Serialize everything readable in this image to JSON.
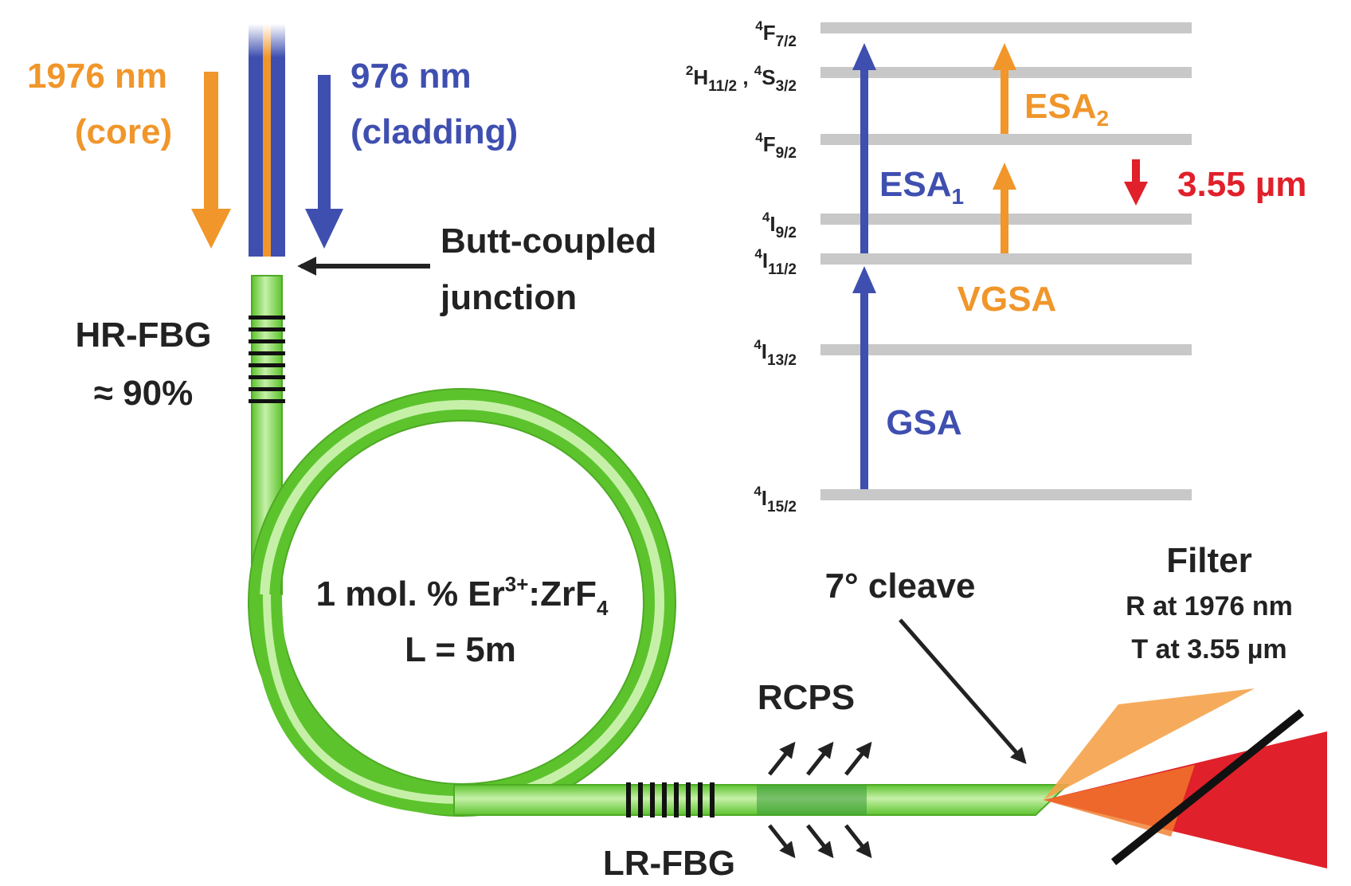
{
  "pump": {
    "core_wavelength": "1976 nm",
    "core_note": "(core)",
    "clad_wavelength": "976 nm",
    "clad_note": "(cladding)",
    "core_color": "#f0962a",
    "clad_color": "#3f4fb0"
  },
  "junction": {
    "line1": "Butt-coupled",
    "line2": "junction"
  },
  "hr_fbg": {
    "name": "HR-FBG",
    "reflectivity": "≈ 90%"
  },
  "fiber": {
    "doping_pre": "1 mol. % Er",
    "doping_sup": "3+",
    "doping_mid": ":ZrF",
    "doping_sub": "4",
    "length": "L = 5m",
    "color": "#6fcf3c"
  },
  "lr_fbg": {
    "name": "LR-FBG"
  },
  "rcps": {
    "name": "RCPS"
  },
  "cleave": {
    "label": "7° cleave"
  },
  "filter": {
    "title": "Filter",
    "line1": "R at 1976 nm",
    "line2": "T at  3.55 µm"
  },
  "energy_levels": {
    "levels": [
      {
        "term_sup": "4",
        "term": "F",
        "term_sub": "7/2"
      },
      {
        "term_sup": "2",
        "term": "H",
        "term_sub": "11/2",
        "term2_sup": "4",
        "term2": "S",
        "term2_sub": "3/2"
      },
      {
        "term_sup": "4",
        "term": "F",
        "term_sub": "9/2"
      },
      {
        "term_sup": "4",
        "term": "I",
        "term_sub": "9/2"
      },
      {
        "term_sup": "4",
        "term": "I",
        "term_sub": "11/2"
      },
      {
        "term_sup": "4",
        "term": "I",
        "term_sub": "13/2"
      },
      {
        "term_sup": "4",
        "term": "I",
        "term_sub": "15/2"
      }
    ],
    "transitions": {
      "gsa": "GSA",
      "esa1": "ESA",
      "esa1_sub": "1",
      "esa2": "ESA",
      "esa2_sub": "2",
      "vgsa": "VGSA",
      "emission": "3.55 µm"
    },
    "colors": {
      "blue": "#3f4fb0",
      "orange": "#f0962a",
      "red": "#e0202a",
      "level": "#c8c8c8"
    }
  }
}
